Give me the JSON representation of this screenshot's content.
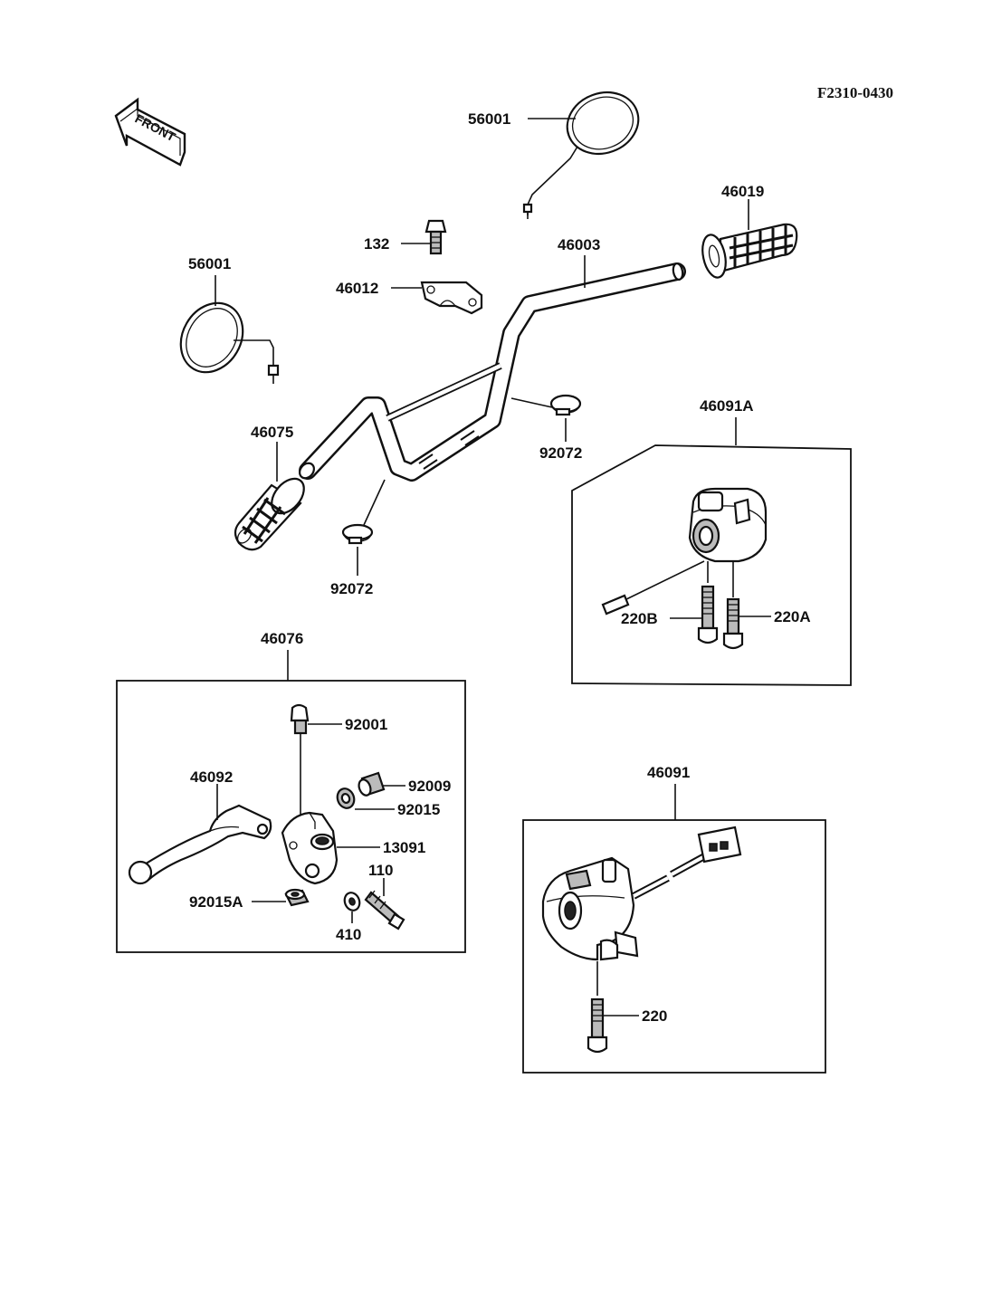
{
  "figure_code": "F2310-0430",
  "front_arrow": "FRONT",
  "labels": {
    "mirror_right": "56001",
    "mirror_left": "56001",
    "grip_right": "46019",
    "bolt_132": "132",
    "handlebar": "46003",
    "holder": "46012",
    "grip_left": "46075",
    "clamp_right": "92072",
    "clamp_left": "92072",
    "switch_right_group": "46091A",
    "screw_220b": "220B",
    "screw_220a": "220A",
    "lever_assy_group": "46076",
    "bolt_92001": "92001",
    "lever": "46092",
    "adjuster_92009": "92009",
    "nut_92015": "92015",
    "lever_holder": "13091",
    "bolt_110": "110",
    "nut_92015a": "92015A",
    "washer_410": "410",
    "switch_left_group": "46091",
    "screw_220": "220"
  }
}
